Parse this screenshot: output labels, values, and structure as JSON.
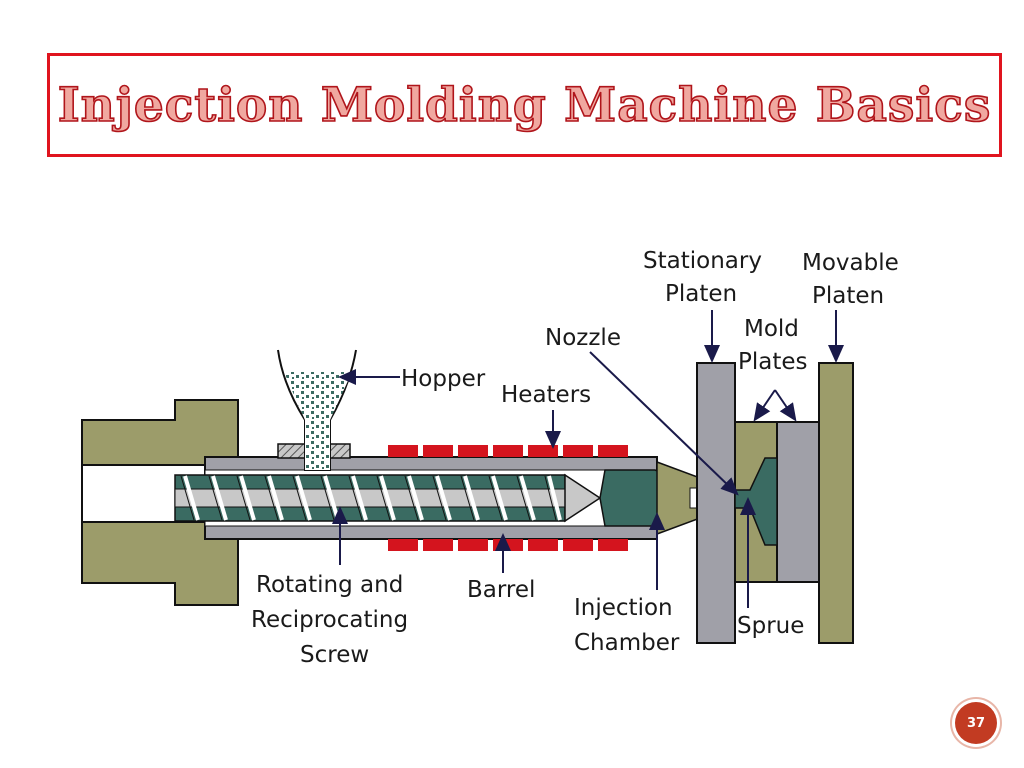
{
  "slide": {
    "title": "Injection Molding Machine Basics",
    "page_number": "37"
  },
  "labels": {
    "stationary_platen_1": "Stationary",
    "stationary_platen_2": "Platen",
    "movable_platen_1": "Movable",
    "movable_platen_2": "Platen",
    "mold_plates_1": "Mold",
    "mold_plates_2": "Plates",
    "nozzle": "Nozzle",
    "hopper": "Hopper",
    "heaters": "Heaters",
    "screw_1": "Rotating and",
    "screw_2": "Reciprocating",
    "screw_3": "Screw",
    "barrel": "Barrel",
    "injection_chamber_1": "Injection",
    "injection_chamber_2": "Chamber",
    "sprue": "Sprue"
  },
  "colors": {
    "title_border": "#e0141e",
    "title_fill": "#f0a8a0",
    "housing": "#9c9c6a",
    "barrel": "#a0a0a8",
    "screw": "#3a6b62",
    "melt": "#3a6b62",
    "heater": "#d4141e",
    "platen": "#a0a0a8",
    "mold": "#9c9c6a",
    "arrow": "#1a1a4a",
    "page_badge": "#c23b22"
  }
}
